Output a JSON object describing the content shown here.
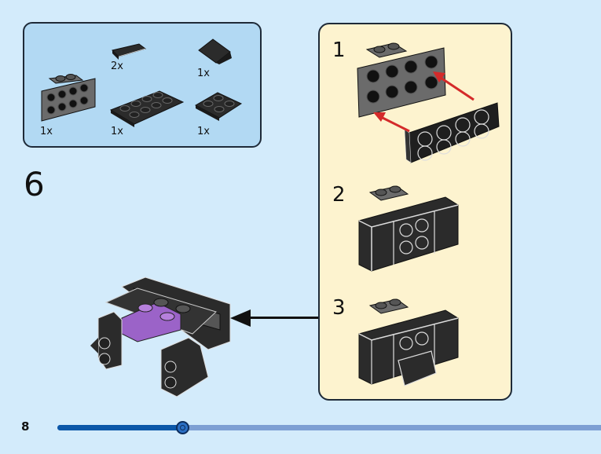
{
  "parts_list": {
    "items": [
      {
        "part": "bracket-1x2-2x4",
        "color": "#6b6b6b",
        "quantity": "1x"
      },
      {
        "part": "tile-1x2",
        "color": "#2b2b2b",
        "quantity": "2x"
      },
      {
        "part": "plate-2x4",
        "color": "#2b2b2b",
        "quantity": "1x"
      },
      {
        "part": "slope-1x2",
        "color": "#2b2b2b",
        "quantity": "1x"
      },
      {
        "part": "plate-2x2",
        "color": "#2b2b2b",
        "quantity": "1x"
      }
    ]
  },
  "step": {
    "number": "6"
  },
  "substeps": [
    {
      "number": "1"
    },
    {
      "number": "2"
    },
    {
      "number": "3"
    }
  ],
  "footer": {
    "page_number": "8",
    "progress_percent": 23
  },
  "colors": {
    "background": "#d3ebfb",
    "parts_box": "#b2d9f3",
    "substeps_box": "#fdf3cf",
    "progress_fill": "#0b57a8",
    "progress_track": "#7d9fd3",
    "accent_purple": "#9b63c8",
    "arrow_red": "#d42a2a"
  }
}
